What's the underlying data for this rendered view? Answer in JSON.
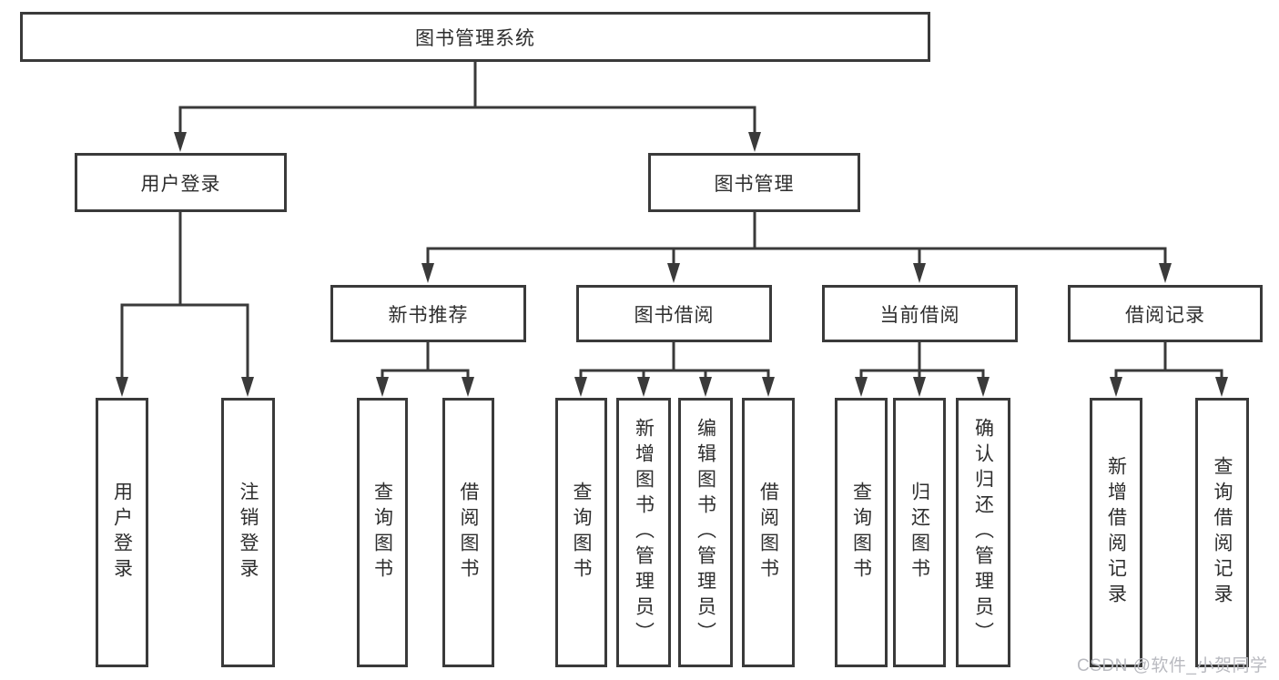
{
  "diagram_type": "org-tree",
  "tree": {
    "label": "图书管理系统",
    "children": [
      {
        "label": "用户登录",
        "children": [
          {
            "label": "用户登录"
          },
          {
            "label": "注销登录"
          }
        ]
      },
      {
        "label": "图书管理",
        "children": [
          {
            "label": "新书推荐",
            "children": [
              {
                "label": "查询图书"
              },
              {
                "label": "借阅图书"
              }
            ]
          },
          {
            "label": "图书借阅",
            "children": [
              {
                "label": "查询图书"
              },
              {
                "label": "新增图书（管理员）"
              },
              {
                "label": "编辑图书（管理员）"
              },
              {
                "label": "借阅图书"
              }
            ]
          },
          {
            "label": "当前借阅",
            "children": [
              {
                "label": "查询图书"
              },
              {
                "label": "归还图书"
              },
              {
                "label": "确认归还（管理员）"
              }
            ]
          },
          {
            "label": "借阅记录",
            "children": [
              {
                "label": "新增借阅记录"
              },
              {
                "label": "查询借阅记录"
              }
            ]
          }
        ]
      }
    ]
  },
  "watermark": "CSDN @软件_小贺同学",
  "colors": {
    "line": "#3a3a3a",
    "box_border": "#3a3a3a",
    "text": "#2e2e2e",
    "background": "#ffffff",
    "watermark": "#b9bac0"
  }
}
